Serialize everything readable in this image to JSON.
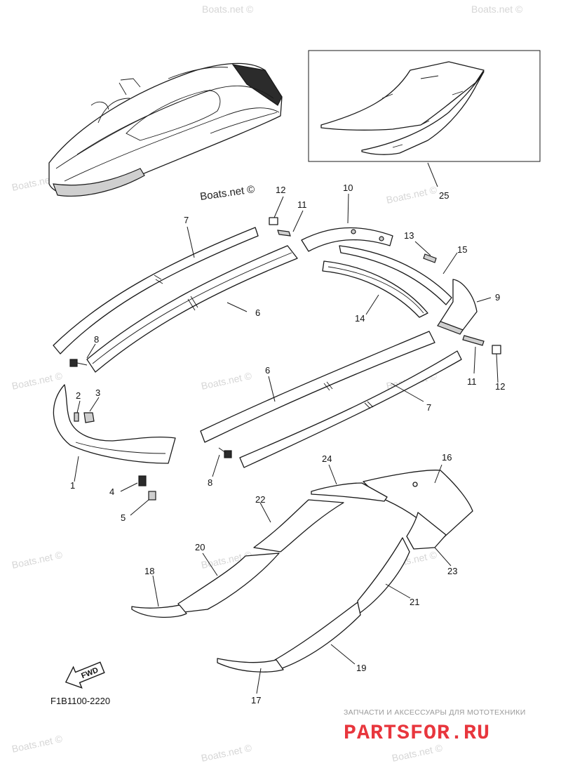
{
  "watermarks": {
    "boats": "Boats.net ©",
    "boats_main": "Boats.net ©"
  },
  "callouts": {
    "c1": "1",
    "c2": "2",
    "c3": "3",
    "c4": "4",
    "c5": "5",
    "c6a": "6",
    "c6b": "6",
    "c7a": "7",
    "c7b": "7",
    "c8a": "8",
    "c8b": "8",
    "c9": "9",
    "c10": "10",
    "c11a": "11",
    "c11b": "11",
    "c12a": "12",
    "c12b": "12",
    "c13": "13",
    "c14": "14",
    "c15": "15",
    "c16": "16",
    "c17": "17",
    "c18": "18",
    "c19": "19",
    "c20": "20",
    "c21": "21",
    "c22": "22",
    "c23": "23",
    "c24": "24",
    "c25": "25"
  },
  "fwd_label": "FWD",
  "diagram_code": "F1B1100-2220",
  "footer": {
    "tagline": "ЗАПЧАСТИ И АКСЕССУАРЫ ДЛЯ МОТОТЕХНИКИ",
    "brand": "PARTSFOR.RU"
  },
  "colors": {
    "brand_red": "#e8363d",
    "watermark_grey": "#d6d6d6"
  }
}
